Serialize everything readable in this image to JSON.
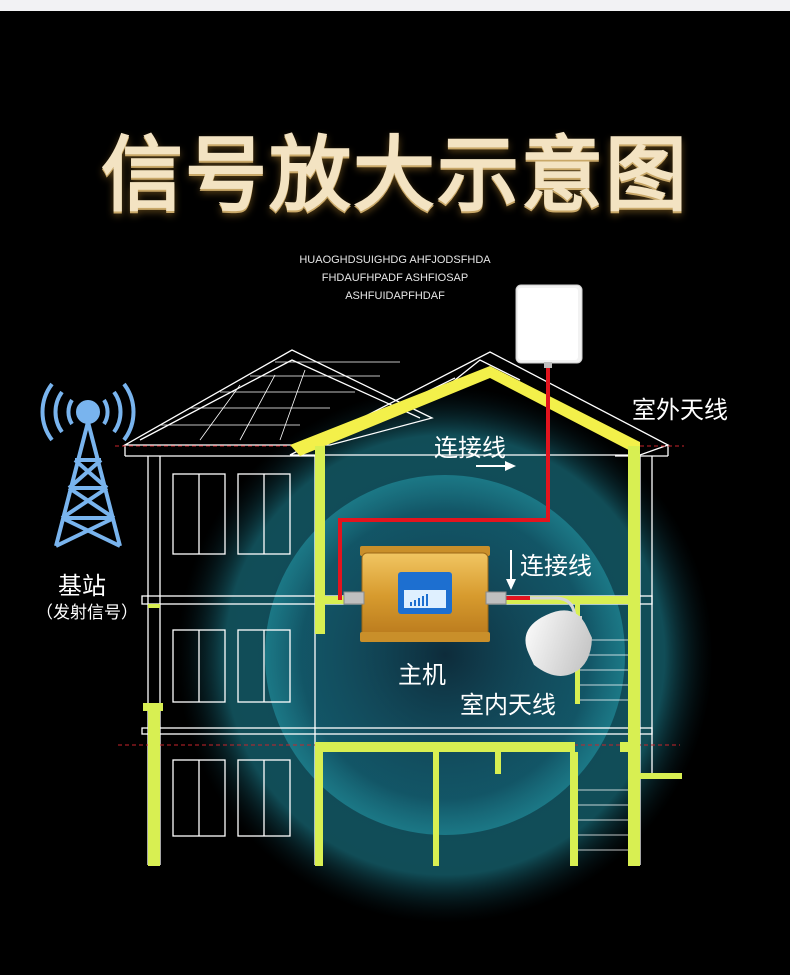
{
  "title": "信号放大示意图",
  "subtext": [
    "HUAOGHDSUIGHDG AHFJODSFHDA",
    "FHDAUFHPADF ASHFIOSAP",
    "ASHFUIDAPFHDAF"
  ],
  "labels": {
    "base_station": "基站",
    "base_station_sub": "（发射信号）",
    "outdoor_antenna": "室外天线",
    "connection_line_1": "连接线",
    "connection_line_2": "连接线",
    "host": "主机",
    "indoor_antenna": "室内天线"
  },
  "colors": {
    "background": "#000000",
    "house_outline": "#ffffff",
    "floor_beam": "#d8ef52",
    "roof_beam": "#f3f04a",
    "cable": "#e3141e",
    "base_station": "#79b4ee",
    "signal_glow": "#2aa6b4",
    "title": "#f3e3c2",
    "amplifier": "#d9a63a"
  },
  "icons": [
    "cell-tower-icon",
    "panel-antenna-icon",
    "signal-amplifier-icon",
    "dome-antenna-icon"
  ]
}
